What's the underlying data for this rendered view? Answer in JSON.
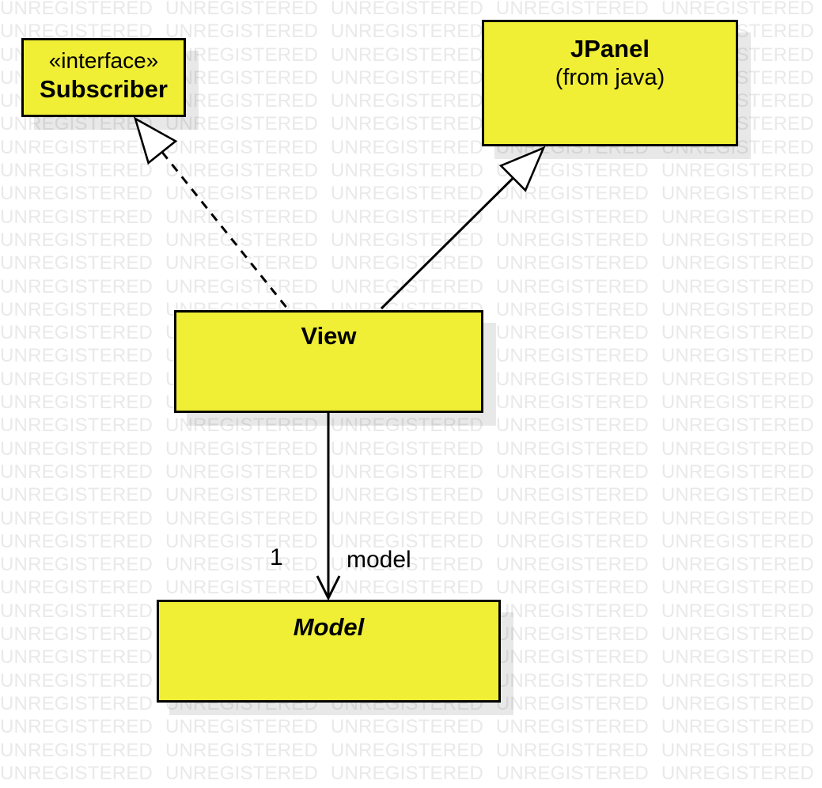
{
  "watermark": {
    "text": "UNREGISTERED",
    "color": "#e9e9e9"
  },
  "diagram": {
    "colors": {
      "node_fill": "#f0ee35",
      "node_border": "#000000",
      "edge_stroke": "#000000"
    },
    "nodes": {
      "subscriber": {
        "stereotype": "«interface»",
        "name": "Subscriber"
      },
      "jpanel": {
        "name": "JPanel",
        "package": "(from java)"
      },
      "view": {
        "name": "View"
      },
      "model": {
        "name": "Model"
      }
    },
    "edges": {
      "realization": {
        "from": "View",
        "to": "Subscriber",
        "style": "dashed-open-triangle"
      },
      "generalization": {
        "from": "View",
        "to": "JPanel",
        "style": "solid-open-triangle"
      },
      "association": {
        "from": "View",
        "to": "Model",
        "multiplicity": "1",
        "role": "model"
      }
    }
  }
}
